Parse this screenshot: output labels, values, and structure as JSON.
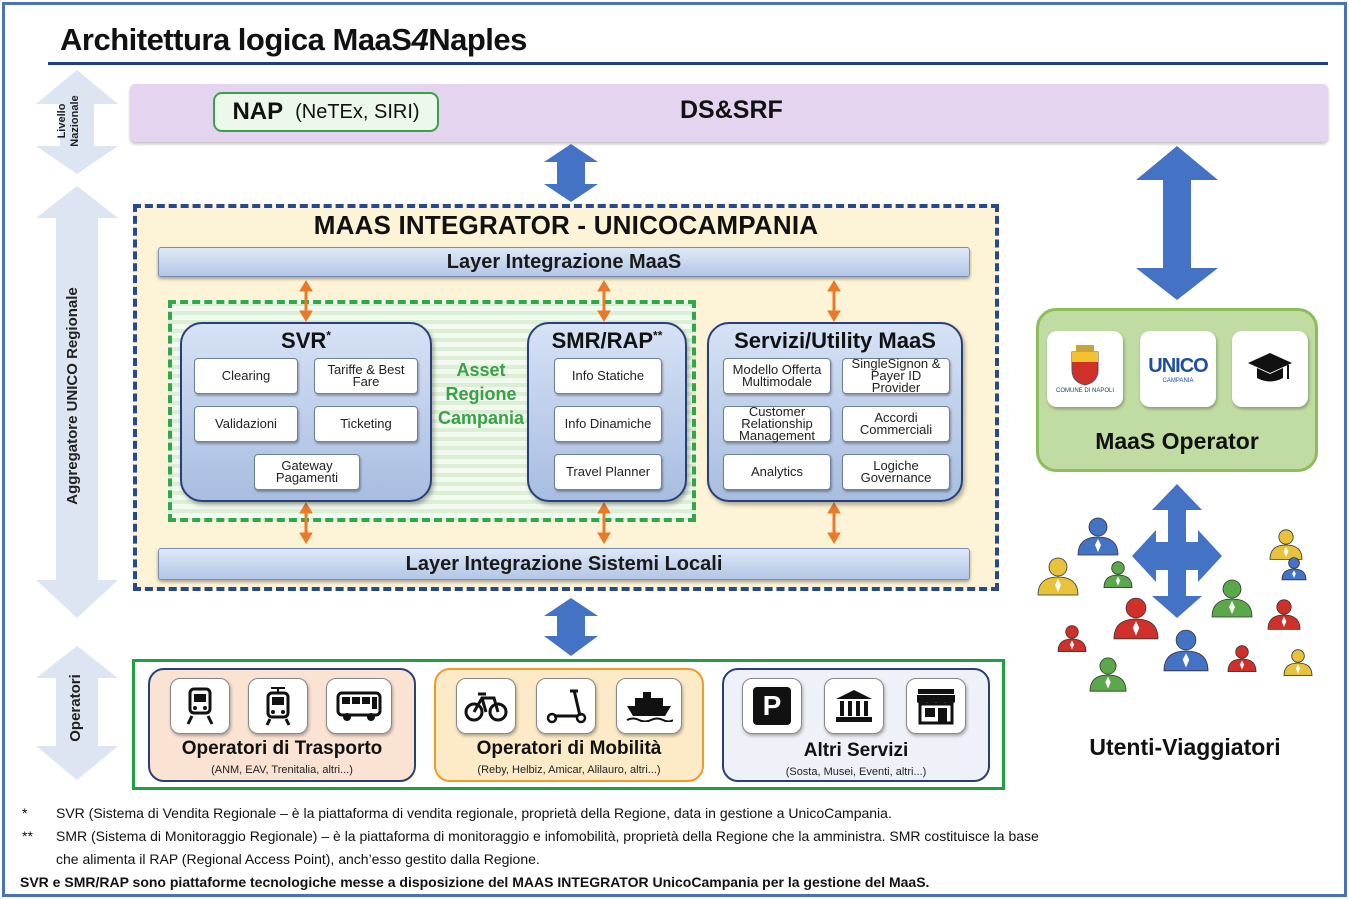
{
  "title": "Architettura logica MaaS4Naples",
  "title_parts": {
    "a": "Architettura logica MaaS",
    "b": "4",
    "c": "Naples"
  },
  "side_labels": {
    "nazionale_line1": "Livello",
    "nazionale_line2": "Nazionale",
    "regionale": "Aggregatore UNICO Regionale",
    "operatori": "Operatori"
  },
  "national": {
    "nap": "NAP",
    "nap_formats": "(NeTEx, SIRI)",
    "dssrf": "DS&SRF"
  },
  "integrator": {
    "title": "MAAS INTEGRATOR - UNICOCAMPANIA",
    "top_layer": "Layer Integrazione MaaS",
    "bottom_layer": "Layer Integrazione Sistemi Locali",
    "asset_label_1": "Asset",
    "asset_label_2": "Regione",
    "asset_label_3": "Campania",
    "svr": {
      "title": "SVR",
      "mark": "*",
      "clearing": "Clearing",
      "tariffe": "Tariffe & Best Fare",
      "validazioni": "Validazioni",
      "ticketing": "Ticketing",
      "gateway": "Gateway Pagamenti"
    },
    "smr": {
      "title": "SMR/RAP",
      "mark": "**",
      "info_statiche": "Info Statiche",
      "info_dinamiche": "Info Dinamiche",
      "travel_planner": "Travel Planner"
    },
    "servizi": {
      "title": "Servizi/Utility MaaS",
      "modello": "Modello Offerta Multimodale",
      "sso": "SingleSignon & Payer ID Provider",
      "crm": "Customer Relationship Management",
      "accordi": "Accordi Commerciali",
      "analytics": "Analytics",
      "logiche": "Logiche Governance"
    }
  },
  "maas_operator": {
    "title": "MaaS Operator",
    "comune_label": "COMUNE DI NAPOLI",
    "unico_label": "UNICO",
    "unico_sub": "CAMPANIA"
  },
  "users_label": "Utenti-Viaggiatori",
  "operators": {
    "trasporto": {
      "name": "Operatori di Trasporto",
      "sub": "(ANM, EAV, Trenitalia, altri...)"
    },
    "mobilita": {
      "name": "Operatori di Mobilità",
      "sub": "(Reby, Helbiz, Amicar, Alilauro, altri...)"
    },
    "altri": {
      "name": "Altri Servizi",
      "sub": "(Sosta, Musei, Eventi, altri...)",
      "parking_letter": "P"
    }
  },
  "notes": {
    "mark1": "*",
    "note1": "SVR (Sistema di Vendita Regionale – è la piattaforma di vendita regionale, proprietà della Regione, data in gestione a UnicoCampania.",
    "mark2": "**",
    "note2_line1": "SMR (Sistema di Monitoraggio Regionale) – è la piattaforma di monitoraggio e infomobilità, proprietà della Regione che la amministra. SMR costituisce la base",
    "note2_line2": "che alimenta il RAP (Regional Access Point), anch’esso gestito dalla Regione.",
    "final_a": "SVR e SMR/RAP sono piattaforme tecnologiche messe a disposizione del",
    "final_b": "MAAS INTEGRATOR",
    "final_c": "UnicoCampania per la gestione del MaaS."
  },
  "colors": {
    "border_blue": "#4a72b8",
    "arrow_blue": "#4472c4",
    "nap_band": "#e4d4ef",
    "integrator_bg": "#fdf3d6",
    "asset_green": "#2ea84a",
    "orange_arrow": "#e87a2a",
    "maas_operator_green": "#c0dca2",
    "trasporto_bg": "#fbe3d4",
    "mobilita_bg": "#fdebc8",
    "altri_bg": "#eef1f7"
  },
  "icons": [
    "train-icon",
    "tram-icon",
    "bus-icon",
    "bicycle-icon",
    "scooter-icon",
    "ferry-icon",
    "parking-icon",
    "museum-icon",
    "shop-icon",
    "graduation-cap-icon",
    "user-icon",
    "double-arrow-icon"
  ]
}
